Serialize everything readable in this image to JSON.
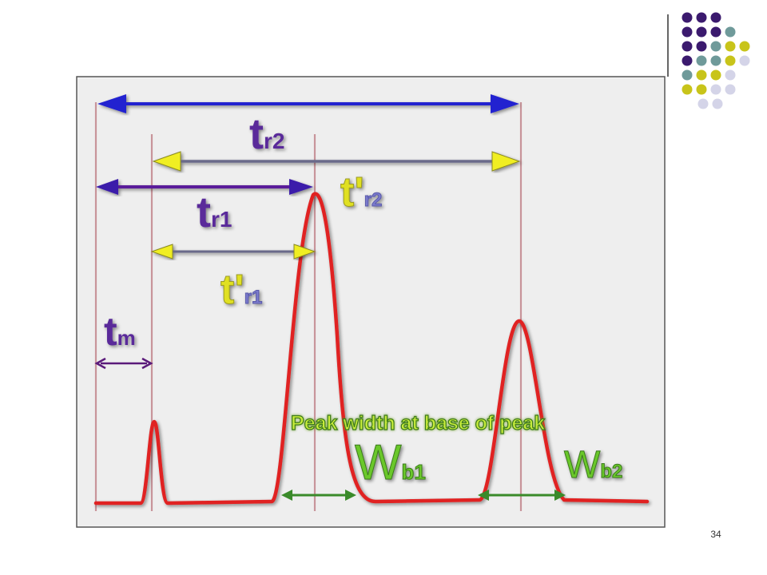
{
  "slide": {
    "number": "34",
    "colors": {
      "purple": "#3b1a6e",
      "teal": "#6f9a9a",
      "olive": "#c8c41a",
      "lavender": "#d4d4e8"
    },
    "dot_grid": [
      [
        "purple",
        "purple",
        "purple"
      ],
      [
        "purple",
        "purple",
        "purple",
        "teal"
      ],
      [
        "purple",
        "purple",
        "teal",
        "olive",
        "olive"
      ],
      [
        "purple",
        "teal",
        "teal",
        "olive",
        "lavender"
      ],
      [
        "teal",
        "olive",
        "olive",
        "lavender"
      ],
      [
        "olive",
        "olive",
        "lavender",
        "lavender"
      ],
      [
        "lavender",
        "lavender"
      ]
    ]
  },
  "diagram": {
    "labels": {
      "tr2": {
        "main": "t",
        "sub": "r2"
      },
      "tpr2": {
        "main": "t'",
        "sub": "r2"
      },
      "tr1": {
        "main": "t",
        "sub": "r1"
      },
      "tpr1": {
        "main": "t'",
        "sub": "r1"
      },
      "tm": {
        "main": "t",
        "sub": "m"
      },
      "wb1": {
        "main": "W",
        "sub": "b1"
      },
      "wb2": {
        "main": "W",
        "sub": "b2"
      },
      "peak_width_caption": "Peak width at base of peak"
    },
    "colors": {
      "peak_line": "#e02020",
      "guide_line": "#c8949a",
      "blue_arrow": "#2020d0",
      "purple_arrow": "#5a1a9a",
      "yellow_arrow": "#f0ee20",
      "green_arrow": "#3a8a2a",
      "label_purple": "#5a2a9a",
      "label_yellow": "#e0e020",
      "label_green": "#5ab82a",
      "panel_bg": "#eeeeee"
    }
  }
}
